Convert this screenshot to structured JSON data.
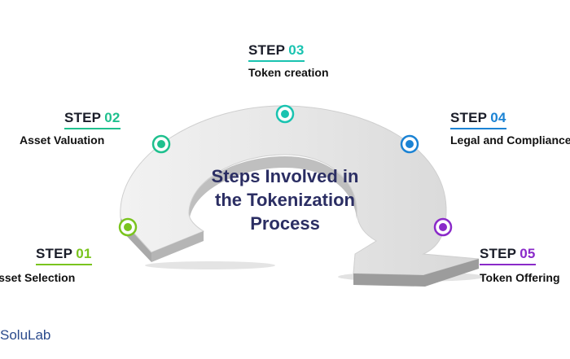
{
  "title": {
    "line1": "Steps Involved in",
    "line2": "the Tokenization",
    "line3": "Process"
  },
  "brand": "SoluLab",
  "steps": [
    {
      "word": "STEP",
      "num": "01",
      "label": "Asset Selection",
      "color": "#7ac41e"
    },
    {
      "word": "STEP",
      "num": "02",
      "label": "Asset Valuation",
      "color": "#1fc08e"
    },
    {
      "word": "STEP",
      "num": "03",
      "label": "Token creation",
      "color": "#19c3b0"
    },
    {
      "word": "STEP",
      "num": "04",
      "label": "Legal and Compliance",
      "color": "#1b83d4"
    },
    {
      "word": "STEP",
      "num": "05",
      "label": "Token Offering",
      "color": "#8a2ac9"
    }
  ]
}
